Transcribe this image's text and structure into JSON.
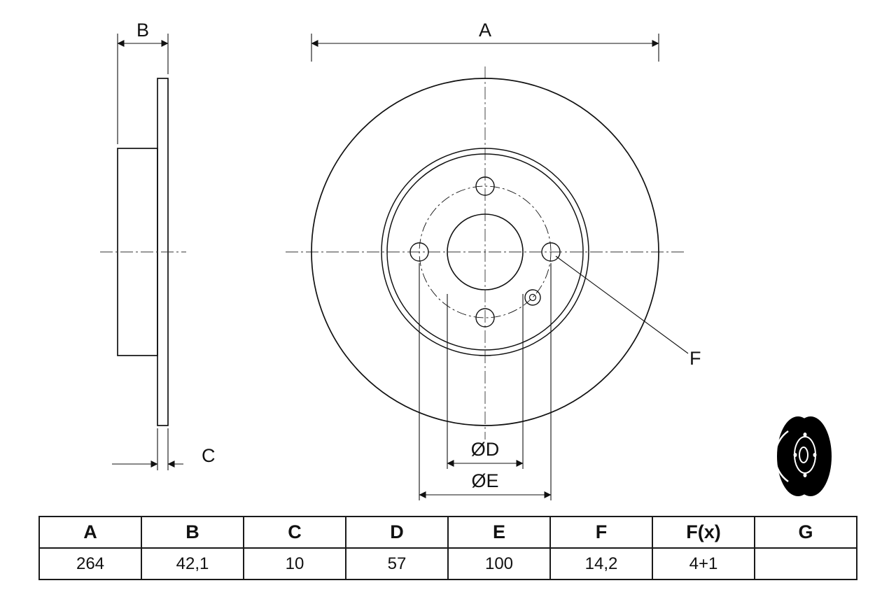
{
  "drawing": {
    "labels": {
      "a": "A",
      "b": "B",
      "c": "C",
      "diameter_d": "ØD",
      "diameter_e": "ØE",
      "f": "F"
    }
  },
  "icons": {
    "thumbnail": "brake-disc-3d-silhouette"
  },
  "colors": {
    "line": "#111111",
    "background": "#ffffff"
  },
  "table": {
    "headers": [
      "A",
      "B",
      "C",
      "D",
      "E",
      "F",
      "F(x)",
      "G"
    ],
    "values": [
      "264",
      "42,1",
      "10",
      "57",
      "100",
      "14,2",
      "4+1",
      ""
    ]
  }
}
